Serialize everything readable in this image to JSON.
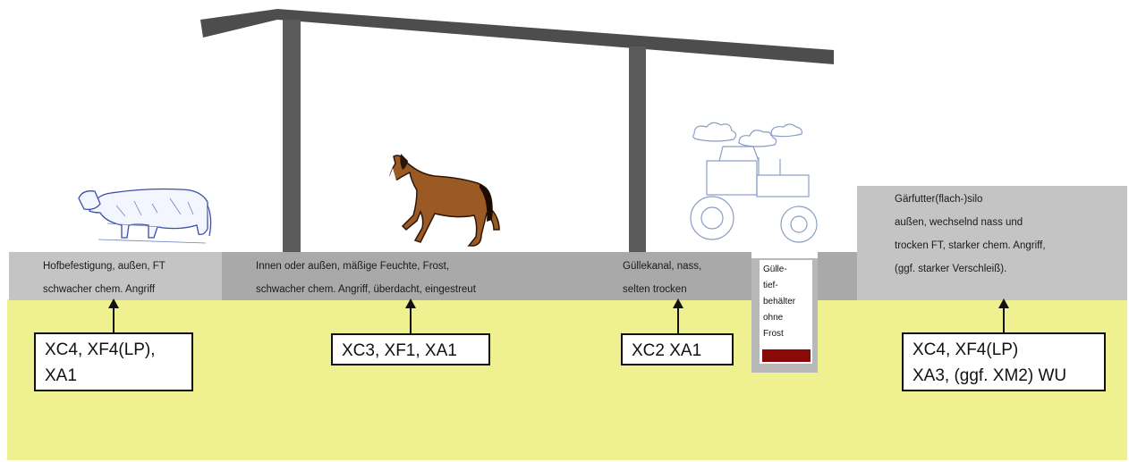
{
  "zones": {
    "yard": {
      "lines": [
        "Hofbefestigung, außen, FT",
        "schwacher chem. Angriff"
      ]
    },
    "barn": {
      "lines": [
        "Innen oder außen, mäßige Feuchte, Frost,",
        "schwacher chem. Angriff, überdacht, eingestreut"
      ]
    },
    "manure_channel": {
      "lines": [
        "Güllekanal, nass,",
        "selten trocken"
      ]
    },
    "silo": {
      "lines": [
        "Gärfutter(flach-)silo",
        "außen, wechselnd nass und",
        "trocken FT, starker chem. Angriff,",
        "(ggf. starker Verschleiß)."
      ]
    },
    "tank": {
      "lines": [
        "Gülle-",
        "tief-",
        "behälter",
        "ohne",
        "Frost"
      ]
    }
  },
  "exposure_labels": {
    "yard": [
      "XC4, XF4(LP),",
      "XA1"
    ],
    "barn": [
      "XC3, XF1, XA1"
    ],
    "manure_channel": [
      "XC2 XA1"
    ],
    "silo": [
      "XC4, XF4(LP)",
      "XA3, (ggf. XM2) WU"
    ]
  },
  "icons": [
    "cow-icon",
    "horse-icon",
    "tractor-icon"
  ],
  "colors": {
    "ground": "#eff08f",
    "zone": "#a9a9a9",
    "roof": "#4d4d4d",
    "tank_fill": "#8a0a0a"
  }
}
